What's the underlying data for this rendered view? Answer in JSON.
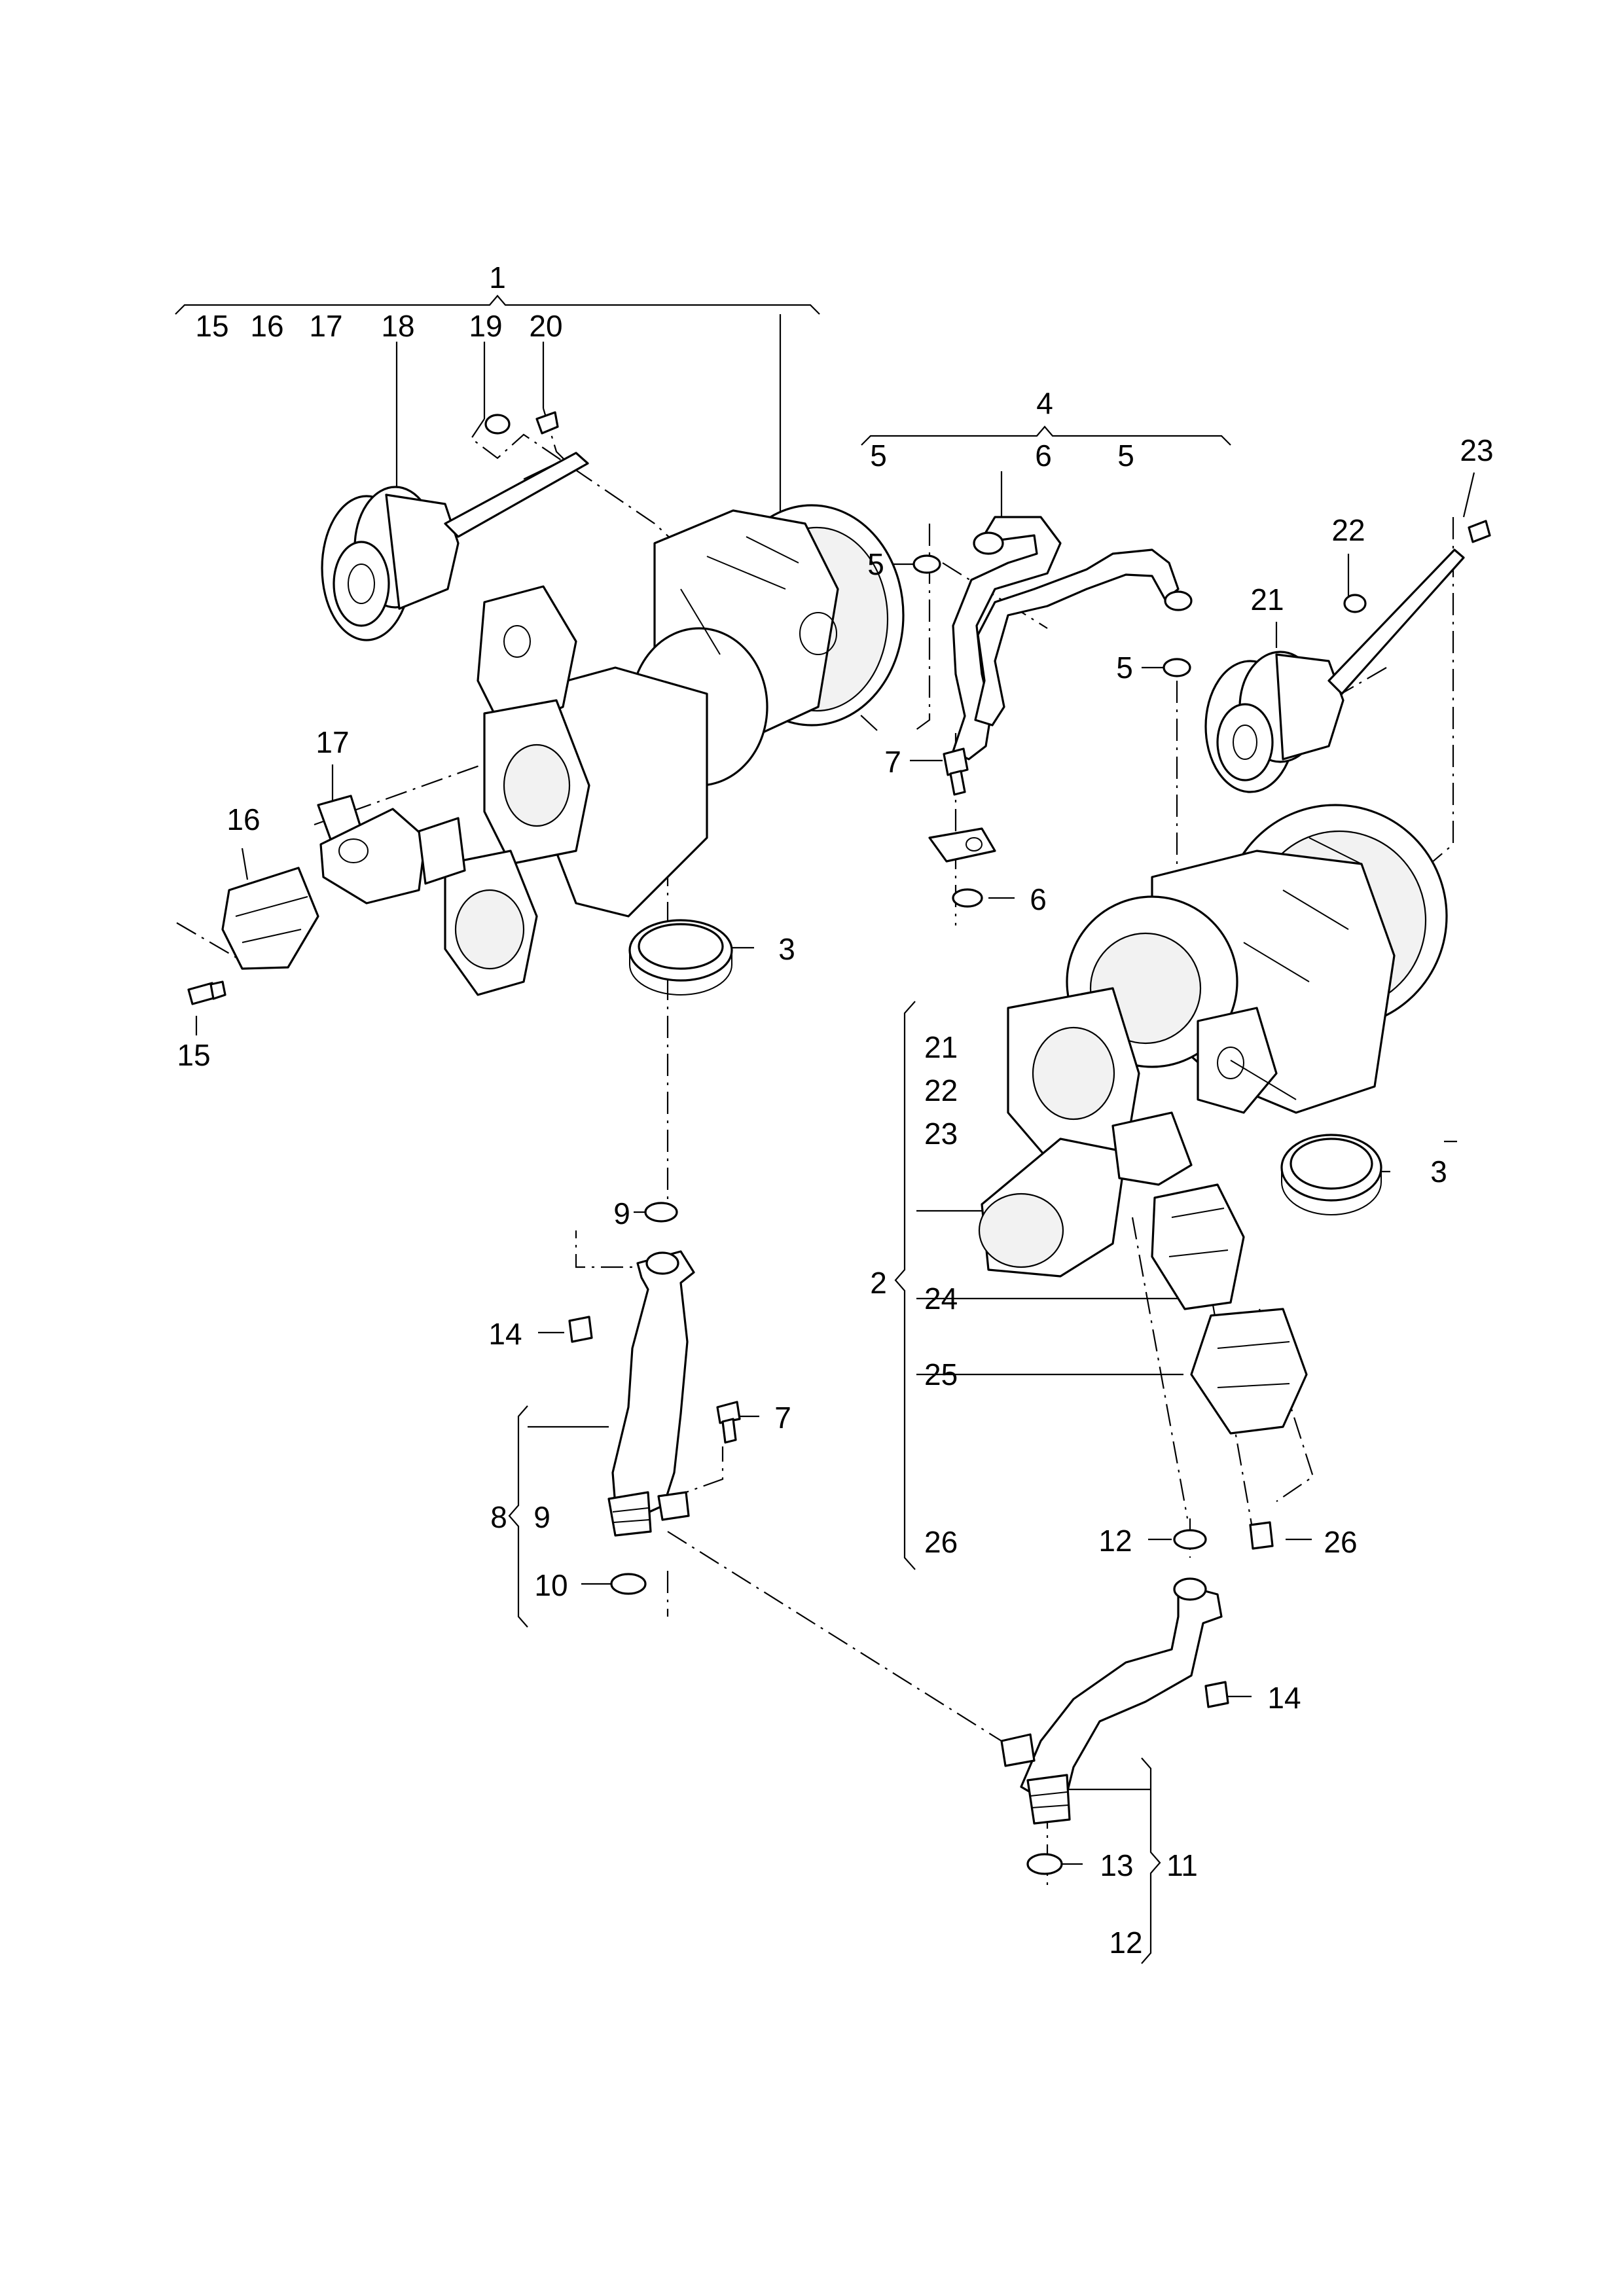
{
  "diagram": {
    "labels": {
      "grp1": "1",
      "l15a": "15",
      "l16a": "16",
      "l17a": "17",
      "l18": "18",
      "l19": "19",
      "l20": "20",
      "grp4": "4",
      "l5a": "5",
      "l6a": "6",
      "l5b": "5",
      "l23a": "23",
      "l22a": "22",
      "l21a": "21",
      "l5c": "5",
      "l5d": "5",
      "l7a": "7",
      "l6b": "6",
      "l17b": "17",
      "l16b": "16",
      "l15b": "15",
      "l3a": "3",
      "l3b": "3",
      "l21b": "21",
      "l22b": "22",
      "l23b": "23",
      "grp2": "2",
      "l24": "24",
      "l25": "25",
      "l26a": "26",
      "l26b": "26",
      "l9a": "9",
      "l14a": "14",
      "l7b": "7",
      "grp8": "8",
      "l9b": "9",
      "l10": "10",
      "l12a": "12",
      "l14b": "14",
      "l13": "13",
      "grp11": "11",
      "l12b": "12"
    }
  }
}
